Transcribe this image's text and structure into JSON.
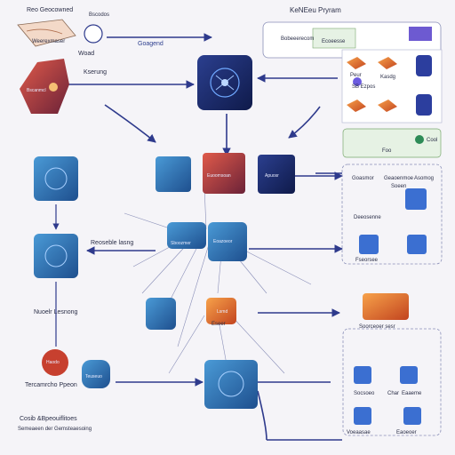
{
  "labels": {
    "top_left_title": "Reo Geocowned",
    "top_left_note": "Bscodos",
    "top_left_card": "Weerexmaser",
    "top_left_sub": "Woad",
    "top_center": "Goagend",
    "top_right_title": "KeNEeu Pryram",
    "hex_label": "Bscanmcl",
    "hex_side": "Kserung",
    "right_panel_left": "Bobeeerecom",
    "right_panel_mid": "Ecoeesse",
    "right_shelf_a": "Peur",
    "right_shelf_b": "Kasdg",
    "right_shelf_c": "SB Ezpos",
    "green_panel_a": "Cool",
    "green_panel_b": "Foo",
    "cube_red": "Euoomsoan",
    "cube_dark": "Apuosr",
    "blue_pair_a": "Sboozmer",
    "blue_pair_b": "Eoazoeor",
    "left_mid": "Reoseble lasng",
    "left_lower": "Nuoelr Lesnong",
    "orange_cube": "Lsmd",
    "orange_sub": "Eseer",
    "red_circle": "Haodo",
    "blue_small": "Teuseuo",
    "bottom_left_a": "Tercamrcho Ppeon",
    "bottom_left_b": "Cosib &Bpeouiflitoes",
    "bottom_left_c": "Semeaeen der Gemsteaesoing",
    "right_cluster_a": "Goasmor",
    "right_cluster_b": "Geaoenmoe",
    "right_cluster_c": "Soeen",
    "right_cluster_d": "Asomog",
    "right_cluster_e": "Deeosenne",
    "right_cluster_f": "Fseorsee",
    "orange_right": "Soorceoer sesr",
    "bottom_right_a": "Socsoeo",
    "bottom_right_b": "Char",
    "bottom_right_c": "Eaaeme",
    "bottom_right_d": "Voeaasae",
    "bottom_right_e": "Eaoeoer"
  },
  "colors": {
    "arrow": "#2e3a8c",
    "blue_node": "#2f6fb3",
    "navy_node": "#1c2a6b",
    "red_node": "#b53a3a",
    "orange_node": "#e27a2e",
    "green_panel": "#e6f2e4"
  }
}
